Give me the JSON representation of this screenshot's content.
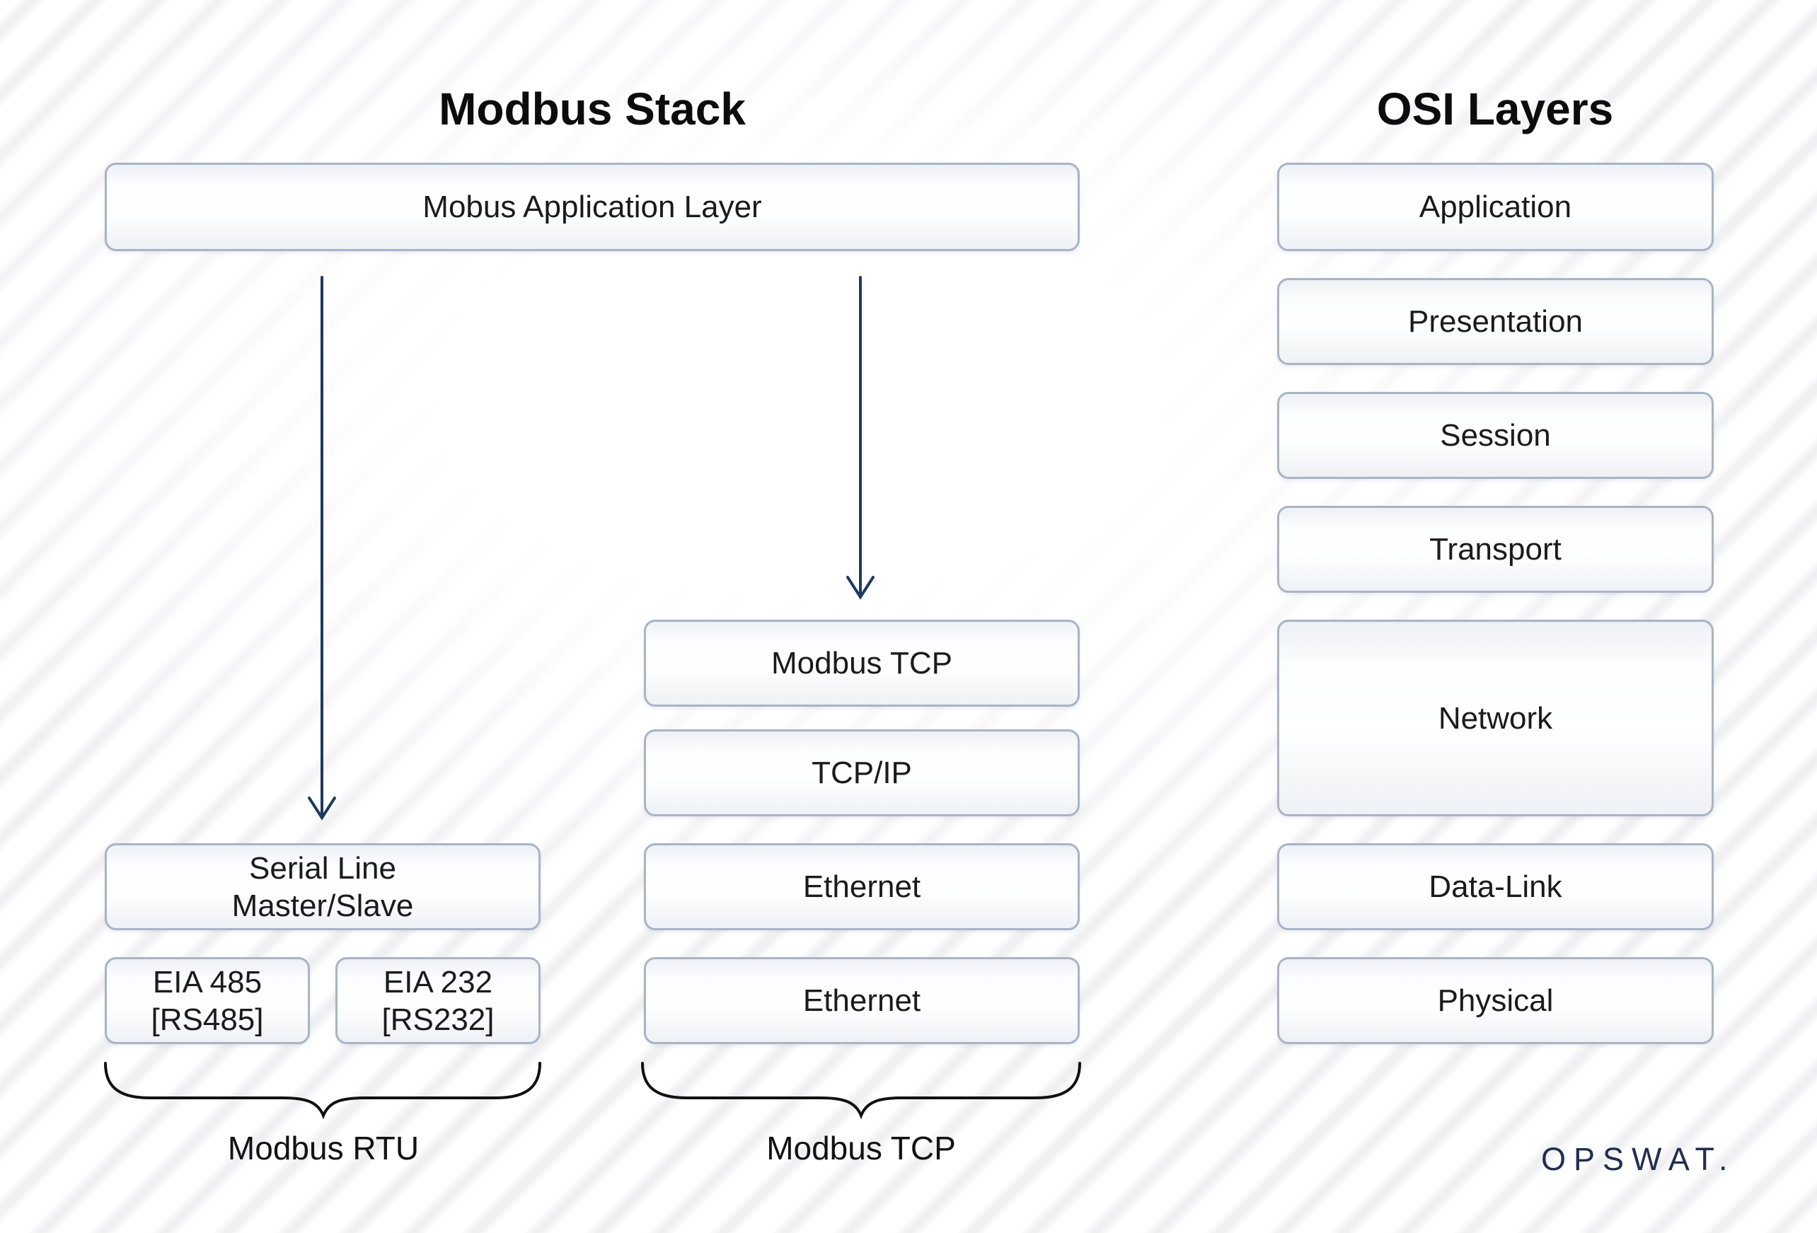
{
  "titles": {
    "modbus_stack": "Modbus Stack",
    "osi_layers": "OSI Layers"
  },
  "modbus": {
    "application_layer": "Mobus Application Layer",
    "modbus_tcp_box": "Modbus TCP",
    "tcp_ip": "TCP/IP",
    "ethernet_upper": "Ethernet",
    "ethernet_lower": "Ethernet",
    "serial_line_line1": "Serial Line",
    "serial_line_line2": "Master/Slave",
    "eia485_line1": "EIA 485",
    "eia485_line2": "[RS485]",
    "eia232_line1": "EIA 232",
    "eia232_line2": "[RS232]",
    "brace_rtu_label": "Modbus RTU",
    "brace_tcp_label": "Modbus TCP"
  },
  "osi": {
    "layers": [
      "Application",
      "Presentation",
      "Session",
      "Transport",
      "Network",
      "Data-Link",
      "Physical"
    ]
  },
  "branding": {
    "logo": "OPSWAT."
  },
  "colors": {
    "box_border": "#a9b4c5",
    "arrow": "#1e3a5f",
    "brace": "#111111",
    "logo_navy": "#222e4e"
  }
}
